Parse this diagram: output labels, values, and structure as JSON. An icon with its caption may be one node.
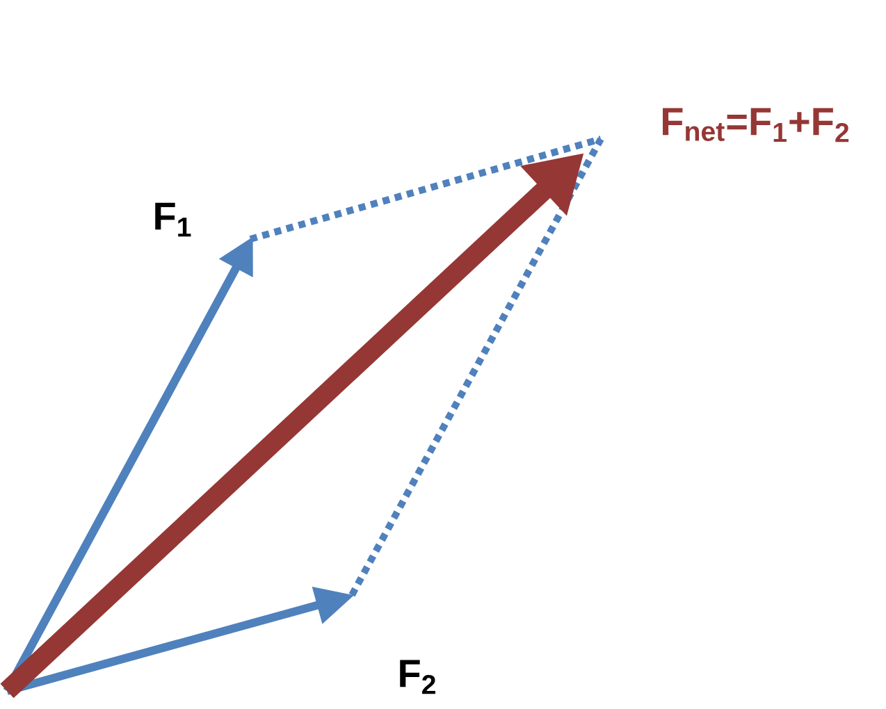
{
  "diagram": {
    "labels": [
      "F$_{1}$",
      "F$_{2}$",
      "F$_{net}$=F$_{1}$+F$_{2}$"
    ]
  }
}
